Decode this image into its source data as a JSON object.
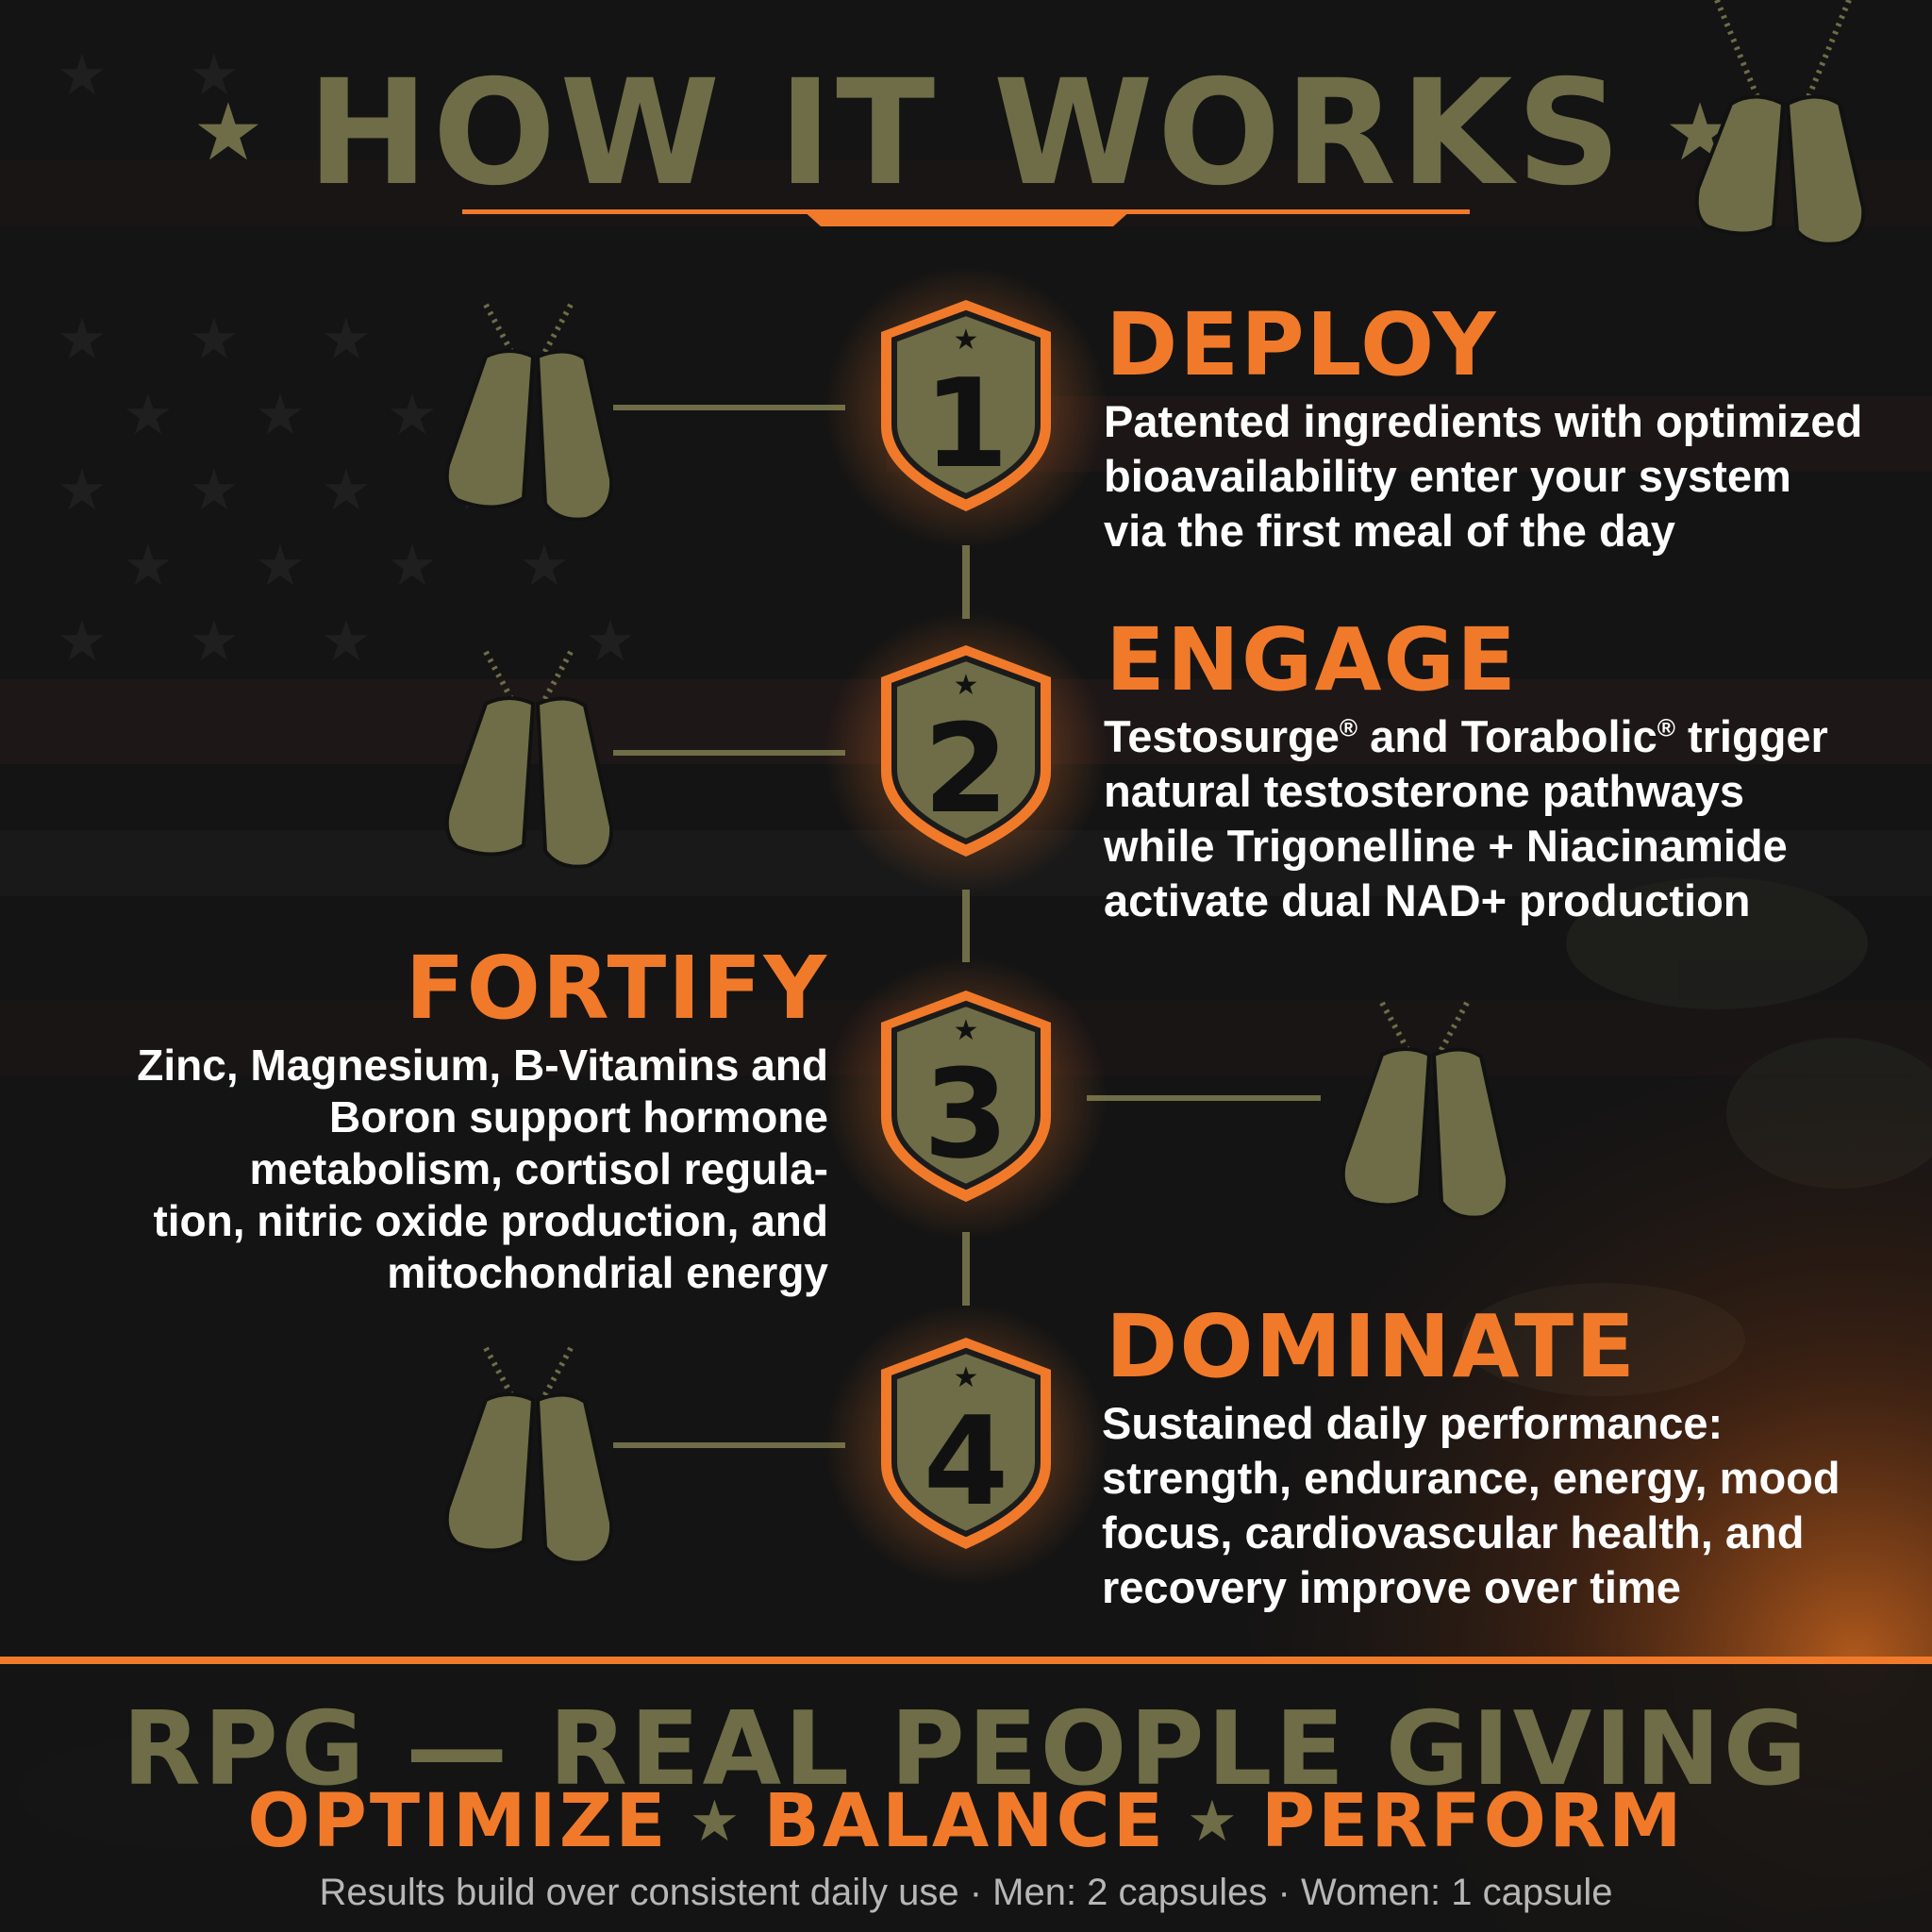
{
  "title": {
    "text": "HOW IT WORKS",
    "star": "★"
  },
  "steps": [
    {
      "number": "1",
      "heading": "DEPLOY",
      "lines": [
        "Patented ingredients with optimized",
        "bioavailability enter your system",
        "via the first meal of the day"
      ]
    },
    {
      "number": "2",
      "heading": "ENGAGE",
      "line1_a": "Testosurge",
      "line1_b": " and Torabolic",
      "line1_c": " trigger",
      "reg": "®",
      "lines": [
        "natural testosterone pathways",
        "while Trigonelline + Niacinamide",
        "activate dual NAD+ production"
      ]
    },
    {
      "number": "3",
      "heading": "FORTIFY",
      "lines": [
        "Zinc, Magnesium, B-Vitamins and",
        "Boron support hormone",
        "metabolism, cortisol regula-",
        "tion, nitric oxide production, and",
        "mitochondrial energy"
      ]
    },
    {
      "number": "4",
      "heading": "DOMINATE",
      "lines": [
        "Sustained daily performance:",
        "strength, endurance, energy, mood",
        "focus, cardiovascular health, and",
        "recovery improve over time"
      ]
    }
  ],
  "brand": "RPG — REAL PEOPLE GIVING",
  "tagline": {
    "word1": "OPTIMIZE",
    "word2": "BALANCE",
    "word3": "PERFORM",
    "star": "★"
  },
  "footnote": "Results build over consistent daily use · Men: 2 capsules · Women: 1 capsule",
  "colors": {
    "accent": "#f07a2a",
    "olive": "#6e6d47",
    "background": "#131313",
    "text": "#ffffff"
  },
  "icons": [
    "dog-tags-icon",
    "shield-badge-icon",
    "star-icon"
  ]
}
